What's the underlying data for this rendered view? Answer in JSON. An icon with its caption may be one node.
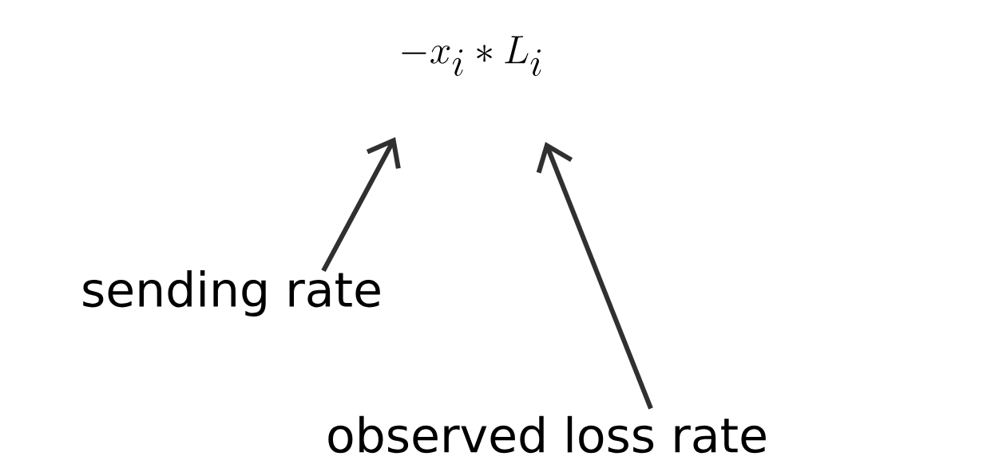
{
  "diagram": {
    "nodes": [
      {
        "text": [
          "sending rate"
        ]
      },
      {
        "text": [
          "observed loss rate"
        ]
      }
    ],
    "edges": [
      {
        "from": 0,
        "to": null,
        "arrow": "to"
      },
      {
        "from": 1,
        "to": null,
        "arrow": "to"
      }
    ],
    "labels": [
      "-x_i * L_i"
    ]
  }
}
